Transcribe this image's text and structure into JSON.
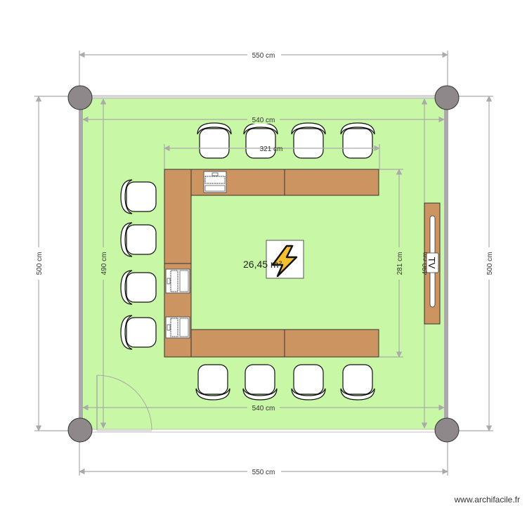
{
  "plan": {
    "area_label": "26,45 m²",
    "dimensions": {
      "outer_width_top": "550 cm",
      "outer_width_bottom": "550 cm",
      "outer_height_left": "500 cm",
      "outer_height_right": "500 cm",
      "inner_width_top": "540 cm",
      "inner_width_bottom": "540 cm",
      "inner_height_left": "490 cm",
      "inner_height_right": "490 cm",
      "table_width": "321 cm",
      "table_height": "281 cm"
    },
    "tv_label": "TV",
    "electric_icon": "lightning-bolt-icon"
  },
  "colors": {
    "floor": "#c8f7a6",
    "table": "#cc9460",
    "wall": "#aaaaaa",
    "column": "#8f888b",
    "bolt": "#f5c12e"
  },
  "watermark": "www.archifacile.fr"
}
